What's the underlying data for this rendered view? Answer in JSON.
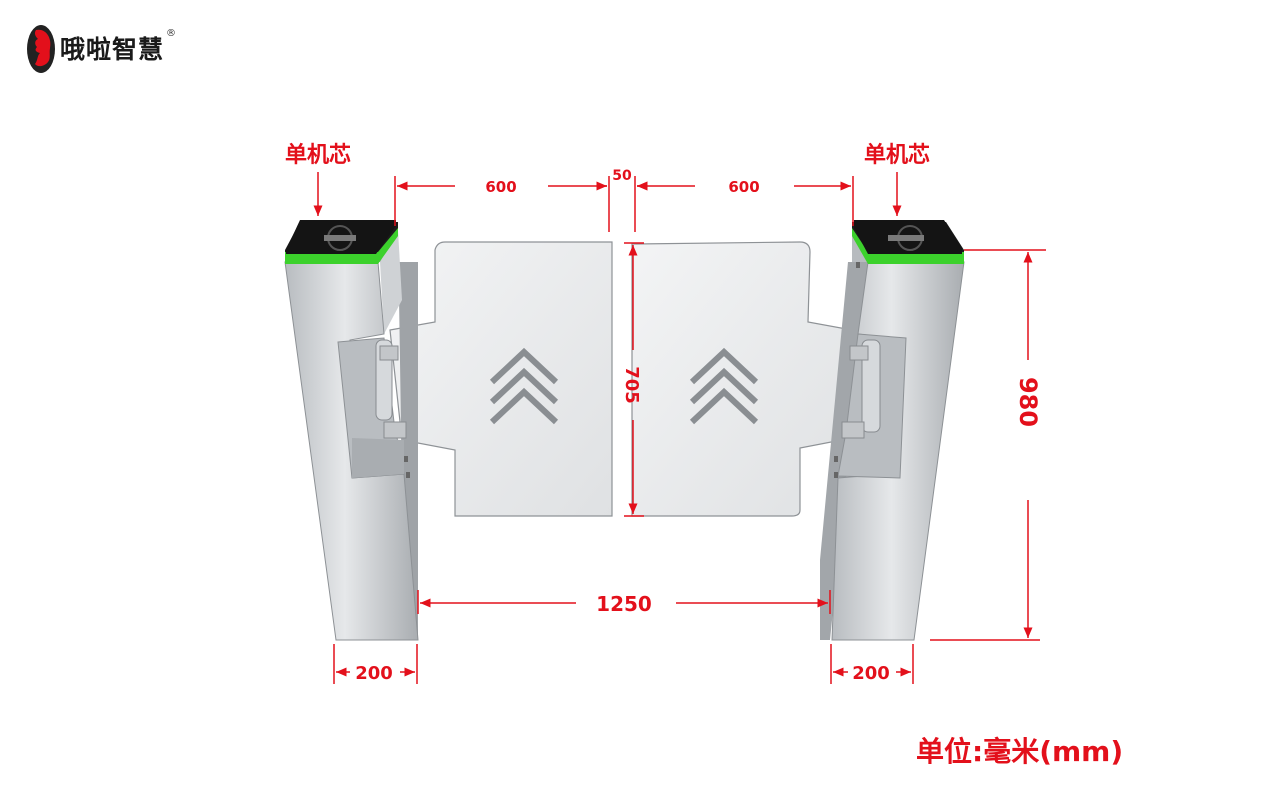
{
  "brand": {
    "name": "哦啦智慧",
    "registered_mark": "®",
    "logo_icon": "red-face-profile-icon"
  },
  "labels": {
    "left_core": "单机芯",
    "right_core": "单机芯"
  },
  "dimensions": {
    "left_flap_width": "600",
    "gap": "50",
    "right_flap_width": "600",
    "flap_height": "705",
    "total_height": "980",
    "passage_width": "1250",
    "left_cabinet_width": "200",
    "right_cabinet_width": "200"
  },
  "unit_note": "单位:毫米(mm)",
  "colors": {
    "dimension_red": "#e3101b",
    "led_green": "#3cd12c",
    "steel": "#c9cccf"
  }
}
